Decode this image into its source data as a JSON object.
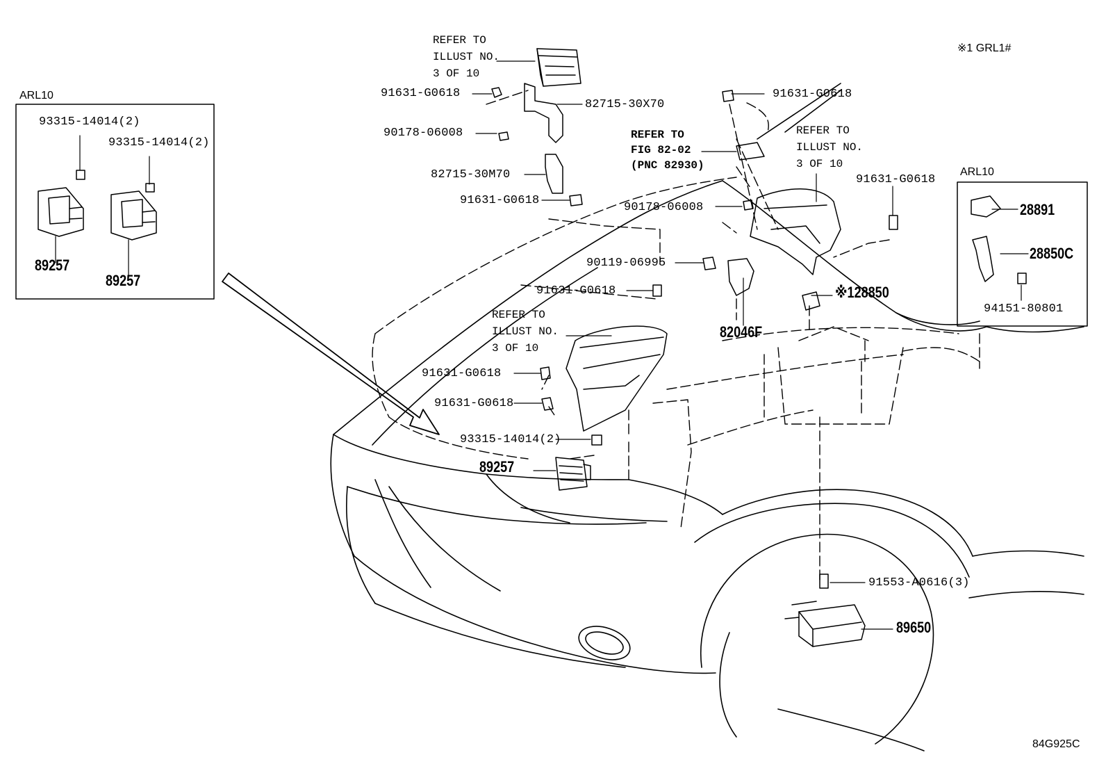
{
  "diagram": {
    "note": "※1 GRL1#",
    "code": "84G925C",
    "insets": [
      {
        "title": "ARL10",
        "parts": [
          "93315-14014(2)",
          "93315-14014(2)",
          "89257",
          "89257"
        ]
      },
      {
        "title": "ARL10",
        "parts": [
          "28891",
          "28850C",
          "94151-80801"
        ]
      }
    ],
    "refer_blocks": [
      [
        "REFER TO",
        "ILLUST NO.",
        "3 OF 10"
      ],
      [
        "REFER TO",
        "FIG 82-02",
        "(PNC 82930)"
      ],
      [
        "REFER TO",
        "ILLUST NO.",
        "3 OF 10"
      ],
      [
        "REFER TO",
        "ILLUST NO.",
        "3 OF 10"
      ]
    ],
    "callouts": [
      "91631-G0618",
      "82715-30X70",
      "90178-06008",
      "82715-30M70",
      "91631-G0618",
      "91631-G0618",
      "91631-G0618",
      "90178-06008",
      "90119-06995",
      "91631-G0618",
      "82046F",
      "※128850",
      "91631-G0618",
      "91631-G0618",
      "93315-14014(2)",
      "89257",
      "91553-A0616(3)",
      "89650"
    ]
  }
}
